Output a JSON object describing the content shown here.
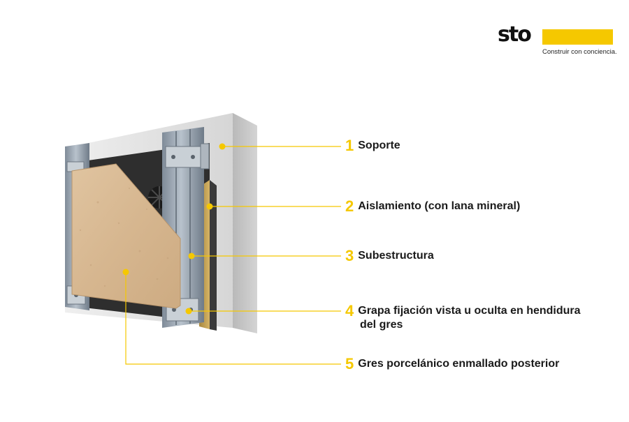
{
  "logo": {
    "wordmark": "sto",
    "tagline": "Construir con conciencia."
  },
  "colors": {
    "accent": "#f5c800",
    "text": "#1a1a1a",
    "support_wall": "#d9d9d9",
    "insulation": "#2f2f2f",
    "mineral_wool": "#c9a55a",
    "rail": "#8d99a6",
    "stoneware_panel": "#d8b995"
  },
  "labels": [
    {
      "number": "1",
      "text": "Soporte"
    },
    {
      "number": "2",
      "text": "Aislamiento (con lana mineral)"
    },
    {
      "number": "3",
      "text": "Subestructura"
    },
    {
      "number": "4",
      "text": "Grapa fijación vista u oculta en hendidura",
      "text_line2": "del gres"
    },
    {
      "number": "5",
      "text": "Gres porcelánico enmallado posterior"
    }
  ]
}
